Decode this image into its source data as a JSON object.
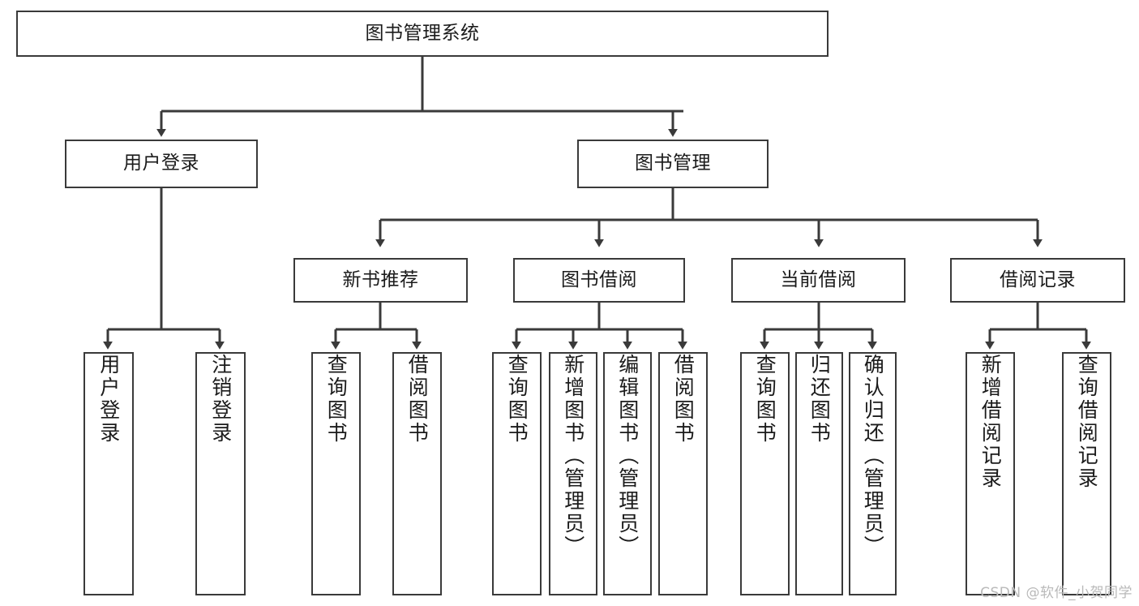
{
  "diagram": {
    "title": "图书管理系统",
    "type": "tree",
    "colors": {
      "box_border": "#3a3a3a",
      "box_fill": "#ffffff",
      "edge": "#3a3a3a",
      "text": "#1b1b1b",
      "watermark": "#b9b9b9",
      "background": "#ffffff"
    },
    "root": {
      "label": "图书管理系统"
    },
    "level2": [
      {
        "label": "用户登录"
      },
      {
        "label": "图书管理"
      }
    ],
    "level3": [
      {
        "label": "新书推荐"
      },
      {
        "label": "图书借阅"
      },
      {
        "label": "当前借阅"
      },
      {
        "label": "借阅记录"
      }
    ],
    "leaves_login": [
      {
        "label": "用户登录"
      },
      {
        "label": "注销登录"
      }
    ],
    "leaves_new_books": [
      {
        "label": "查询图书"
      },
      {
        "label": "借阅图书"
      }
    ],
    "leaves_borrow": [
      {
        "label": "查询图书"
      },
      {
        "label": "新增图书（管理员）"
      },
      {
        "label": "编辑图书（管理员）"
      },
      {
        "label": "借阅图书"
      }
    ],
    "leaves_current": [
      {
        "label": "查询图书"
      },
      {
        "label": "归还图书"
      },
      {
        "label": "确认归还（管理员）"
      }
    ],
    "leaves_records": [
      {
        "label": "新增借阅记录"
      },
      {
        "label": "查询借阅记录"
      }
    ]
  },
  "watermark": {
    "text": "CSDN @软件_小贺同学"
  }
}
